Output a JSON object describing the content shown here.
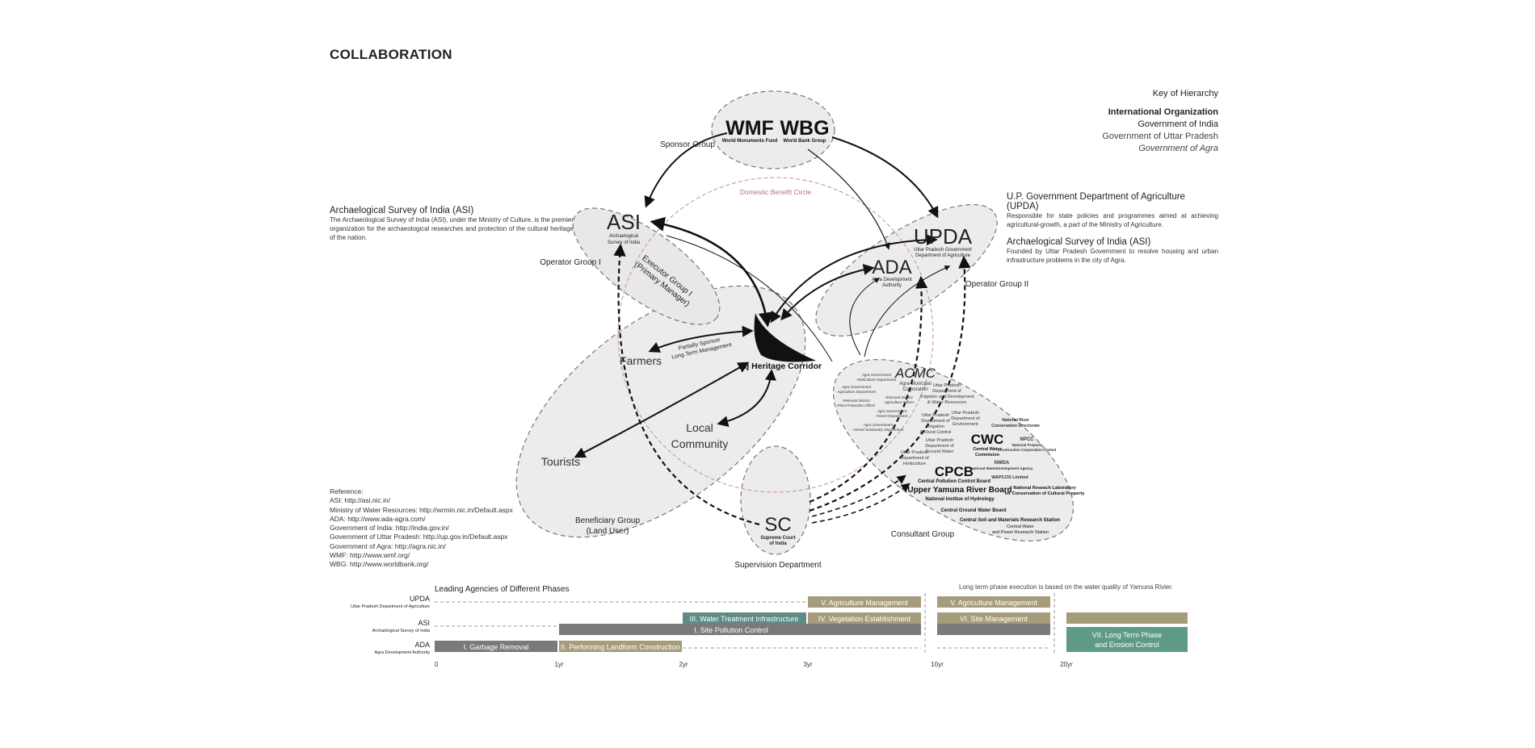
{
  "title": "COLLABORATION",
  "key": {
    "heading": "Key of Hierarchy",
    "levels": [
      "International Organization",
      "Government of India",
      "Government of Uttar Pradesh",
      "Government of Agra"
    ]
  },
  "descriptions": {
    "asi_left": {
      "heading": "Archaelogical Survey of India (ASI)",
      "body": "The Archaeological Survey of India (ASI), under the Ministry of Culture, is the premier organization for the archaeological researches and protection of the cultural heritage of the nation."
    },
    "updа_right": {
      "heading": "U.P. Government Department of Agriculture (UPDA)",
      "body": "Responsible for state policies and programmes aimed at achieving agricultural-growth, a part of the Ministry of Agriculture."
    },
    "asi_right": {
      "heading": "Archaelogical Survey of India (ASI)",
      "body": "Founded by Uttar Pradesh Government to resolve housing and urban infrastructure problems in the city of Agra."
    }
  },
  "reference": {
    "heading": "Reference:",
    "lines": [
      "ASI: http://asi.nic.in/",
      "Ministry of Water Resources: http://wrmin.nic.in/Default.aspx",
      "ADA: http://www.ada-agra.com/",
      "Government of India: http://india.gov.in/",
      "Government of Uttar Pradesh: http://up.gov.in/Default.aspx",
      "Government of Agra: http://agra.nic.in/",
      "WMF: http://www.wmf.org/",
      "WBG: http://www.worldbank.org/"
    ]
  },
  "diagram": {
    "domestic_circle": "Domestic Benefit Circle",
    "wmf": {
      "abbr": "WMF",
      "name": "World Monuments Fund"
    },
    "wbg": {
      "abbr": "WBG",
      "name": "World Bank Group"
    },
    "sponsor_group": "Sponsor Group",
    "asi": {
      "abbr": "ASI",
      "name1": "Archaelogical",
      "name2": "Survey of India"
    },
    "operator_group_1": "Operator Group I",
    "executor_1": "Executor Group I",
    "executor_2": "(Primary Manager)",
    "updа": {
      "abbr": "UPDA",
      "name1": "Uttar Pradesh Government",
      "name2": "Department of Agriculture"
    },
    "ada": {
      "abbr": "ADA",
      "name1": "Agra Development",
      "name2": "Authority"
    },
    "operator_group_2": "Operator Group II",
    "partial_1": "Partially Sponsor",
    "partial_2": "Long Term Management",
    "farmers": "Farmers",
    "thc": "Taj Heritage Corridor",
    "local_1": "Local",
    "local_2": "Community",
    "tourists": "Tourists",
    "beneficiary_1": "Beneficiary Group",
    "beneficiary_2": "(Land User)",
    "sc": {
      "abbr": "SC",
      "name1": "Supreme Court",
      "name2": "of India"
    },
    "supervision": "Supervision Department",
    "consultant_group": "Consultant Group",
    "acmc": {
      "abbr": "ACMC",
      "name1": "Agra Municipal",
      "name2": "Corporation"
    },
    "cwc": {
      "abbr": "CWC",
      "name1": "Central Water",
      "name2": "Commision"
    },
    "cpcb": {
      "abbr": "CPCB",
      "name": "Central Pollution Control Board"
    },
    "consultants": [
      "Agra Government",
      "Horticulture Department",
      "Agra Government",
      "Agriculture Department",
      "Relevant District",
      "Plant Protection Officer",
      "Relevant District",
      "Agriculture Officer",
      "Agra Government",
      "Forest Department",
      "Agra Government",
      "Animal Husbandry Department",
      "Uttar Pradesh",
      "Department of",
      "Irrigation and Development",
      "& Water Resources",
      "Uttar Pradesh",
      "Department of",
      "Irrigation",
      "& Flood Control",
      "Uttar Pradesh",
      "Department of",
      "Environment",
      "National River",
      "Conservation Directorate",
      "Uttar Pradesh",
      "Department of",
      "Ground Water",
      "NPCC",
      "National Projects",
      "Construction Corporation Limited",
      "Uttar Pradesh",
      "Department of",
      "Horticulture",
      "NWDA",
      "National WaterDevelopment Agency",
      "WAPCOS Limited",
      "Upper Yamuna River Board",
      "National Reseach Laboratory",
      "for Conservation of Cultural Property",
      "National Institue of Hydrology",
      "Central Ground Water Board",
      "Central Soil and Materials Research Station",
      "Central Water",
      "and Power Research Station"
    ]
  },
  "timeline": {
    "heading": "Leading Agencies of Different Phases",
    "note": "Long term phase execution is based on the water quality of Yamuna Rivier.",
    "rows": [
      {
        "abbr": "UPDA",
        "name": "Uttar Pradesh Department of Agriculture"
      },
      {
        "abbr": "ASI",
        "name": "Archaelogical Survey of India"
      },
      {
        "abbr": "ADA",
        "name": "Agra Development Authority"
      }
    ],
    "ticks": [
      "0",
      "1yr",
      "2yr",
      "3yr",
      "10yr",
      "20yr"
    ],
    "phases": [
      {
        "label": "V. Agriculture Management",
        "color": "#a69c7c"
      },
      {
        "label": "V. Agriculture Management",
        "color": "#a69c7c"
      },
      {
        "label": "III. Water Treatment Infrastructure",
        "color": "#5f8a86"
      },
      {
        "label": "IV. Vegetation Establishment",
        "color": "#a69c7c"
      },
      {
        "label": "VI. Site Management",
        "color": "#a69c7c"
      },
      {
        "label": "I. Site Pollution Control",
        "color": "#7a7a7a"
      },
      {
        "label": "I. Garbage Removal",
        "color": "#7a7a7a"
      },
      {
        "label": "II. Performing Landform Construction",
        "color": "#a69c7c"
      },
      {
        "label": "VII. Long Term Phase",
        "color": "#5e9a86"
      },
      {
        "label": "and Erosion Control",
        "color": "#5e9a86"
      }
    ]
  }
}
